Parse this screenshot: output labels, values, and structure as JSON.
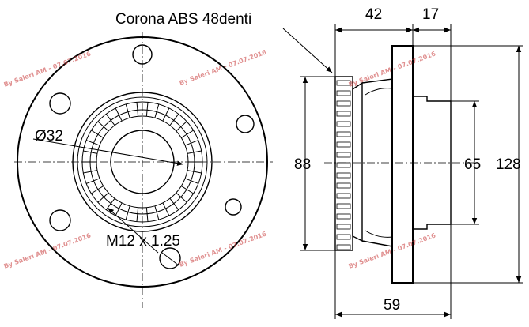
{
  "labels": {
    "abs_ring": "Corona ABS 48denti",
    "bore_diameter": "Ø32",
    "thread": "M12 x 1.25"
  },
  "dimensions": {
    "width_top_left": "42",
    "width_top_right": "17",
    "height_88": "88",
    "height_65": "65",
    "height_128": "128",
    "width_bottom": "59"
  },
  "watermark": {
    "text": "By Saleri AM - 07.07.2016",
    "color": "#c83838"
  }
}
